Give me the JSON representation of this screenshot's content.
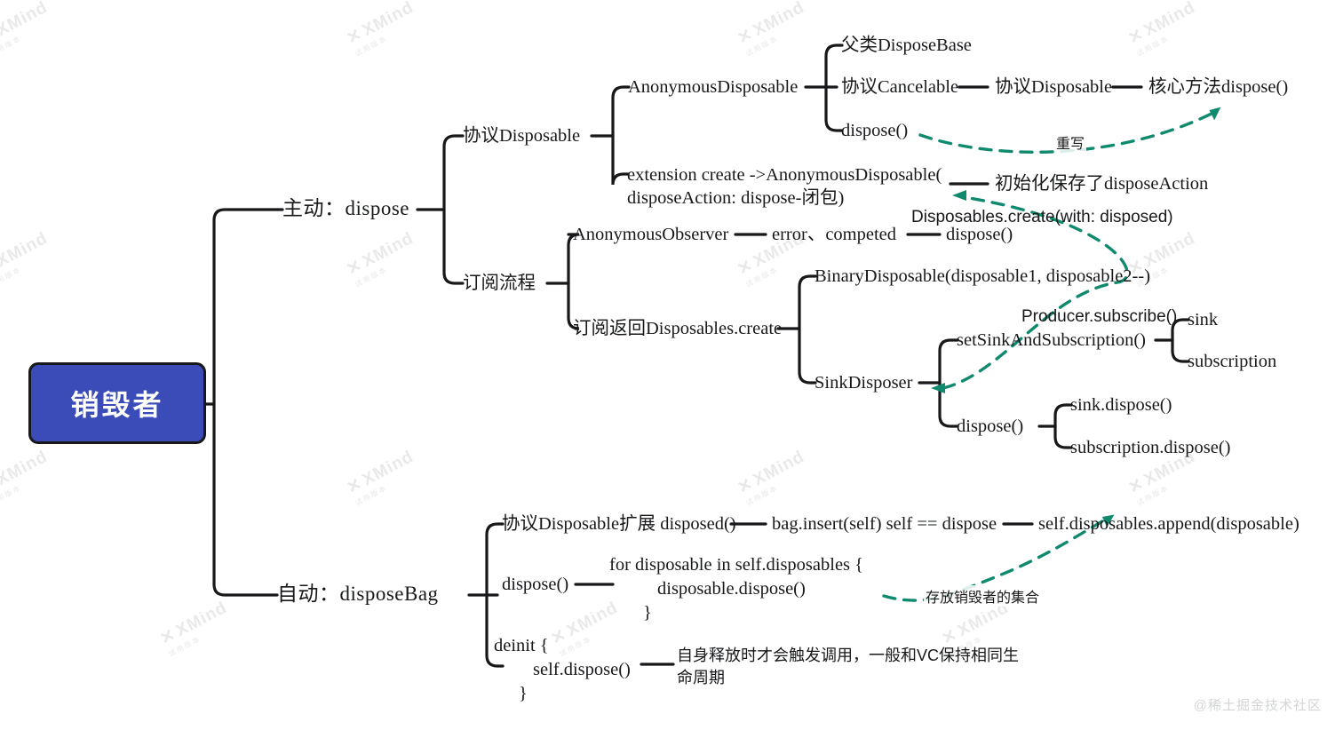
{
  "meta": {
    "watermark_text": "XMind",
    "watermark_sub": "试用版本",
    "credit": "@稀土掘金技术社区",
    "colors": {
      "root_fill": "#3B4CB8",
      "root_border": "#18181a",
      "root_text": "#ffffff",
      "branch_line": "#18181a",
      "relation_arrow": "#108A6E",
      "text": "#17181a",
      "background": "#ffffff"
    }
  },
  "root": {
    "label": "销毁者"
  },
  "branches": {
    "active": {
      "label": "主动：dispose"
    },
    "auto": {
      "label": "自动：disposeBag"
    }
  },
  "nodes": {
    "protocol_disposable": "协议Disposable",
    "subscribe_flow": "订阅流程",
    "anonymous_disposable": "AnonymousDisposable",
    "extension_create_line1": "extension create ->AnonymousDisposable(",
    "extension_create_line2": "disposeAction: dispose-闭包)",
    "parent_disposebase": "父类DisposeBase",
    "protocol_cancelable": "协议Cancelable",
    "protocol_disposable2": "协议Disposable",
    "core_method_dispose": "核心方法dispose()",
    "dispose_leaf": "dispose()",
    "init_saved_disposeaction": "初始化保存了disposeAction",
    "anonymous_observer": "AnonymousObserver",
    "error_competed": "error、competed",
    "observer_dispose": "dispose()",
    "subscribe_return": "订阅返回Disposables.create",
    "binary_disposable": "BinaryDisposable(disposable1, disposable2--)",
    "sink_disposer": "SinkDisposer",
    "set_sink_and_subscription": "setSinkAndSubscription()",
    "sink": "sink",
    "subscription": "subscription",
    "sink_dispose_parent": "dispose()",
    "sink_dispose": "sink.dispose()",
    "subscription_dispose": "subscription.dispose()",
    "protocol_disposable_ext": "协议Disposable扩展 disposed()",
    "bag_insert": "bag.insert(self) self == dispose",
    "self_disposables_append": "self.disposables.append(disposable)",
    "auto_dispose": "dispose()",
    "for_loop_line1": "for disposable in self.disposables {",
    "for_loop_line2": "disposable.dispose()",
    "for_loop_line3": "}",
    "deinit_line1": "deinit {",
    "deinit_line2": "self.dispose()",
    "deinit_line3": "}",
    "deinit_note_line1": "自身释放时才会触发调用，一般和VC保持相同生",
    "deinit_note_line2": "命周期"
  },
  "floating_labels": {
    "disposables_create_with": "Disposables.create(with: disposed)",
    "producer_subscribe": "Producer.subscribe()"
  },
  "relations": [
    {
      "name": "override",
      "label": "重写"
    },
    {
      "name": "store-collection",
      "label": "存放销毁者的集合"
    }
  ]
}
